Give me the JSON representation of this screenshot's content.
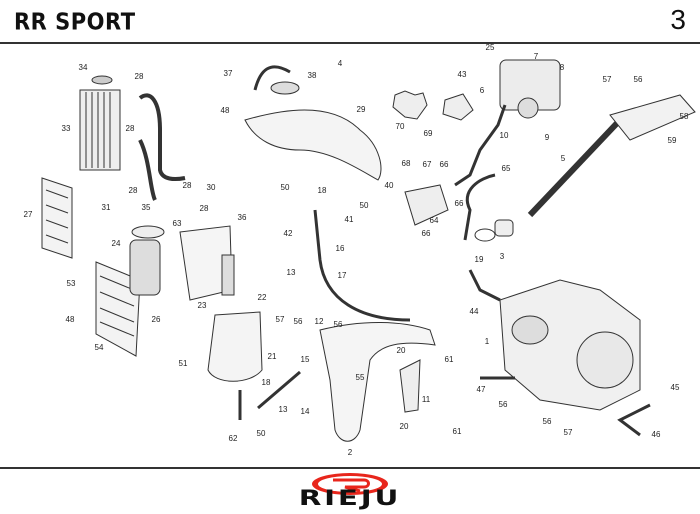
{
  "header": {
    "title": "RR SPORT",
    "page_number": "3"
  },
  "diagram": {
    "callouts": [
      "34",
      "28",
      "33",
      "28",
      "28",
      "30",
      "28",
      "31",
      "35",
      "28",
      "27",
      "37",
      "38",
      "4",
      "48",
      "29",
      "50",
      "18",
      "40",
      "50",
      "41",
      "36",
      "63",
      "24",
      "42",
      "16",
      "13",
      "17",
      "22",
      "23",
      "53",
      "48",
      "26",
      "54",
      "57",
      "56",
      "12",
      "56",
      "51",
      "21",
      "15",
      "20",
      "61",
      "55",
      "18",
      "13",
      "14",
      "11",
      "62",
      "50",
      "20",
      "61",
      "2",
      "25",
      "7",
      "43",
      "8",
      "6",
      "70",
      "69",
      "10",
      "9",
      "57",
      "56",
      "58",
      "59",
      "5",
      "68",
      "67",
      "66",
      "65",
      "66",
      "64",
      "66",
      "19",
      "3",
      "44",
      "1",
      "47",
      "56",
      "45",
      "56",
      "57",
      "46"
    ]
  },
  "footer": {
    "brand": "RIEJU",
    "brand_color": "#e8261c"
  }
}
